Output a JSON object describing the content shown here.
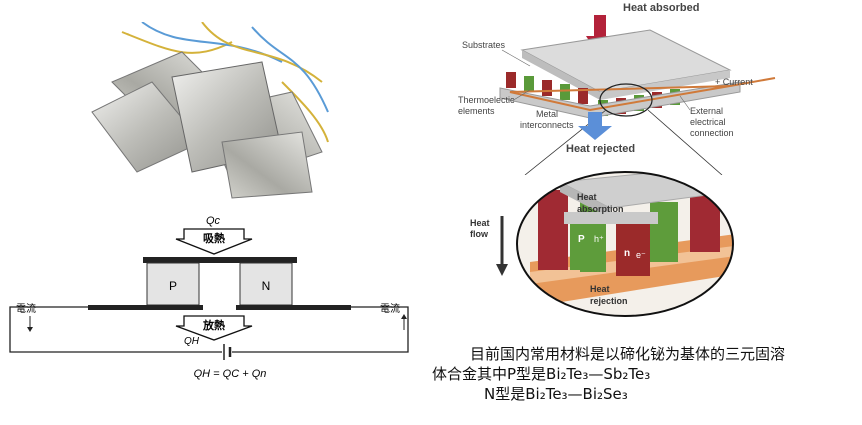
{
  "schematic": {
    "qc_label": "Qc",
    "absorb_label": "吸熱",
    "release_label": "放熱",
    "p_label": "P",
    "n_label": "N",
    "qh_label": "QH",
    "current_left": "電流",
    "current_right": "電流",
    "equation": "QH = QC + Qn"
  },
  "module": {
    "heat_absorbed": "Heat absorbed",
    "substrates": "Substrates",
    "current": "+ Current",
    "thermoelectric_elements_1": "Thermoelectic",
    "thermoelectric_elements_2": "elements",
    "metal_interconnects_1": "Metal",
    "metal_interconnects_2": "interconnects",
    "external_1": "External",
    "external_2": "electrical",
    "external_3": "connection",
    "heat_rejected": "Heat rejected",
    "heat_absorption_1": "Heat",
    "heat_absorption_2": "absorption",
    "heat_flow_1": "Heat",
    "heat_flow_2": "flow",
    "p_label": "P",
    "n_label": "n",
    "hole_label": "h⁺",
    "electron_label": "e⁻",
    "heat_rejection_1": "Heat",
    "heat_rejection_2": "rejection"
  },
  "caption": {
    "line1": "目前国内常用材料是以碲化铋为基体的三元固溶",
    "line2_prefix": "体合金其中P型是",
    "line2_formula": "Bi₂Te₃—Sb₂Te₃",
    "line3_prefix": "N型是",
    "line3_formula": "Bi₂Te₃—Bi₂Se₃"
  }
}
